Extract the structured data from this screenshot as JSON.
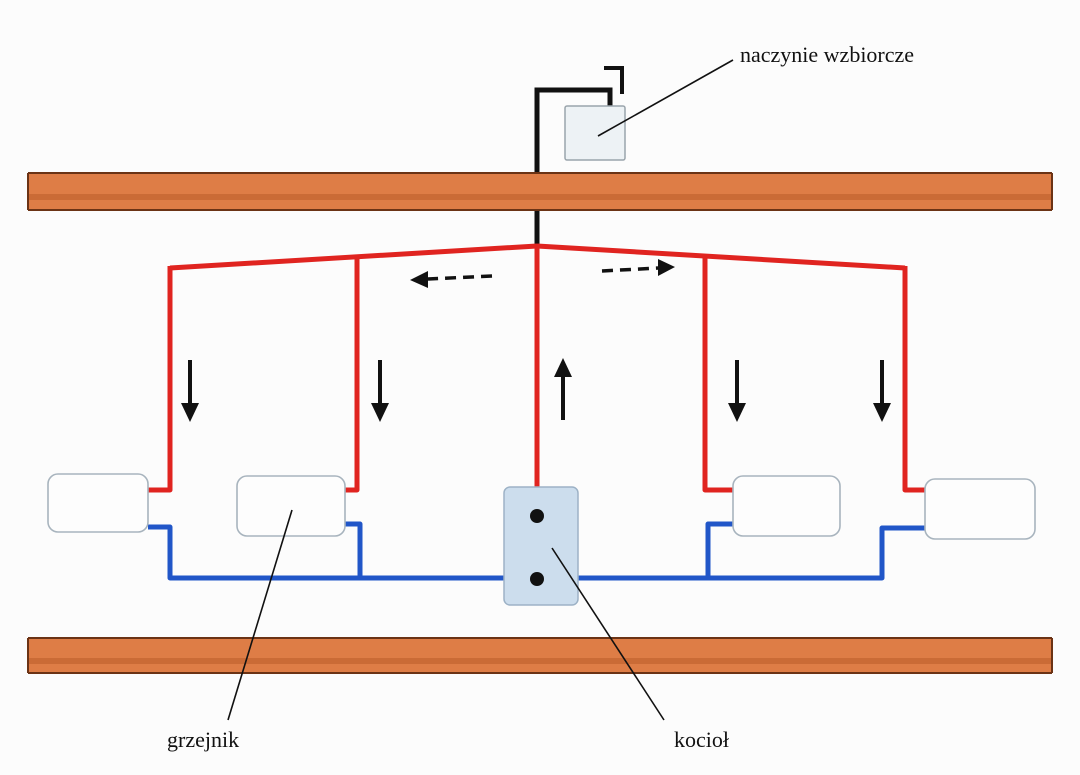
{
  "diagram": {
    "labels": {
      "expansion_vessel": "naczynie wzbiorcze",
      "radiator": "grzejnik",
      "boiler": "kocioł"
    },
    "colors": {
      "supply_red": "#e02420",
      "return_blue": "#2156c8",
      "slab_orange": "#de7d46",
      "slab_edge": "#6b3315",
      "pipe_black": "#111111",
      "boiler_fill": "#ccdded",
      "radiator_fill": "#fdfdfd"
    }
  }
}
